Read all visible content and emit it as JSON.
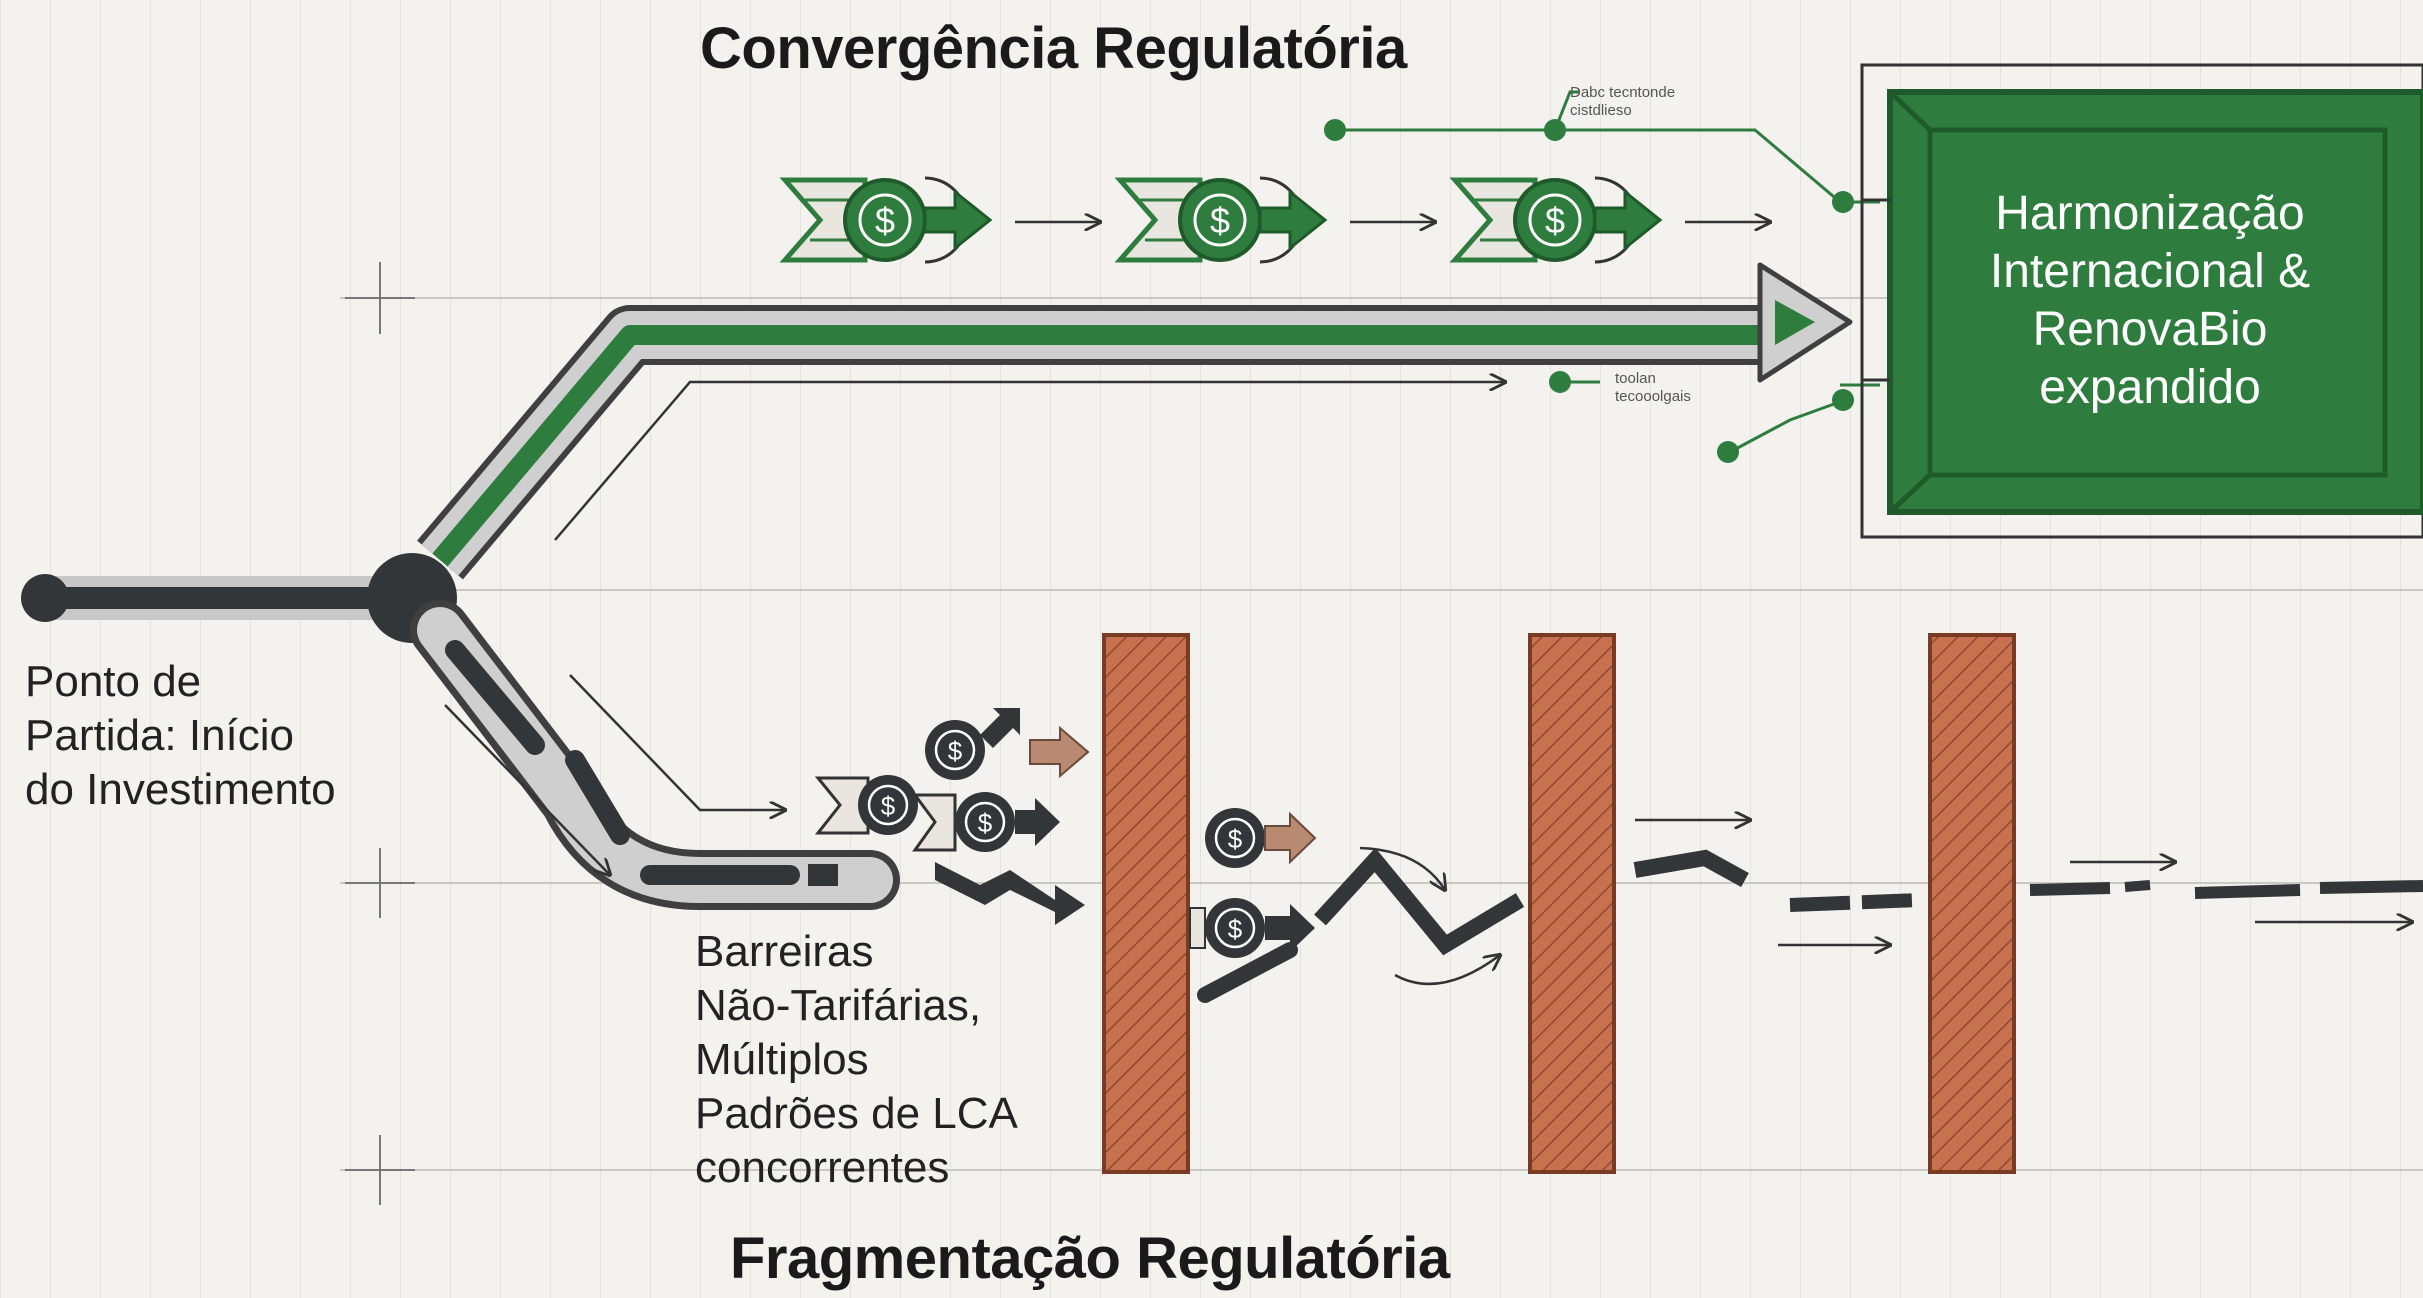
{
  "titles": {
    "top": "Convergência Regulatória",
    "bottom": "Fragmentação Regulatória"
  },
  "labels": {
    "start": [
      "Ponto de",
      "Partida: Início",
      "do Investimento"
    ],
    "barriers": [
      "Barreiras",
      "Não-Tarifárias,",
      "Múltiplos",
      "Padrões de LCA",
      "concorrentes"
    ],
    "target": [
      "Harmonização",
      "Internacional &",
      "RenovaBio",
      "expandido"
    ],
    "small_top": [
      "Dabc tecntonde",
      "cistdlieso"
    ],
    "small_mid": [
      "toolan",
      "tecooolgais"
    ]
  },
  "icons": {
    "currency": "dollar-coin-icon",
    "barrier": "barrier-wall",
    "flow_arrow": "arrow-right-icon"
  },
  "colors": {
    "green": "#2e7d3e",
    "dark_green": "#1f5a2b",
    "charcoal": "#333638",
    "barrier": "#c8714f",
    "muted_arrow": "#b88a72",
    "paper": "#f3f2ee"
  }
}
